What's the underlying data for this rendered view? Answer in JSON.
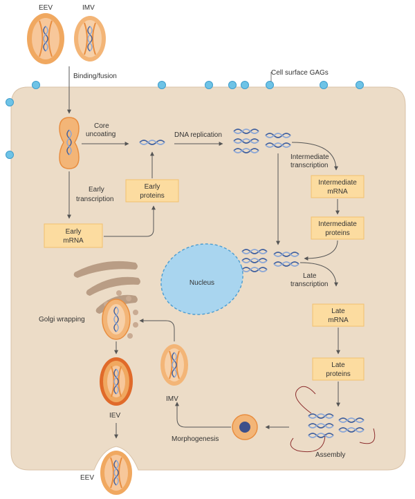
{
  "colors": {
    "cell_fill": "#ecdcc7",
    "cell_stroke": "#d9c2a7",
    "box_fill": "#fcdca0",
    "box_stroke": "#f2c16e",
    "virion_outer": "#f0a860",
    "virion_inner": "#f7c79a",
    "iev_outer": "#e06a2a",
    "gag": "#6ec3e6",
    "nucleus": "#a9d5ef",
    "nucleus_stroke": "#4a9cd1",
    "arrow": "#555555",
    "dna_blue": "#3f5f9e"
  },
  "labels": {
    "eev_top": "EEV",
    "imv_top": "IMV",
    "binding_fusion": "Binding/fusion",
    "cell_surface_gags": "Cell surface GAGs",
    "core_uncoating_1": "Core",
    "core_uncoating_2": "uncoating",
    "dna_replication": "DNA replication",
    "early_transcription_1": "Early",
    "early_transcription_2": "transcription",
    "intermediate_transcription_1": "Intermediate",
    "intermediate_transcription_2": "transcription",
    "late_transcription_1": "Late",
    "late_transcription_2": "transcription",
    "nucleus": "Nucleus",
    "golgi_wrapping": "Golgi wrapping",
    "iev": "IEV",
    "imv_inner": "IMV",
    "morphogenesis": "Morphogenesis",
    "assembly": "Assembly",
    "eev_bottom": "EEV"
  },
  "boxes": {
    "early_proteins_1": "Early",
    "early_proteins_2": "proteins",
    "early_mrna_1": "Early",
    "early_mrna_2": "mRNA",
    "intermediate_mrna_1": "Intermediate",
    "intermediate_mrna_2": "mRNA",
    "intermediate_proteins_1": "Intermediate",
    "intermediate_proteins_2": "proteins",
    "late_mrna_1": "Late",
    "late_mrna_2": "mRNA",
    "late_proteins_1": "Late",
    "late_proteins_2": "proteins"
  }
}
